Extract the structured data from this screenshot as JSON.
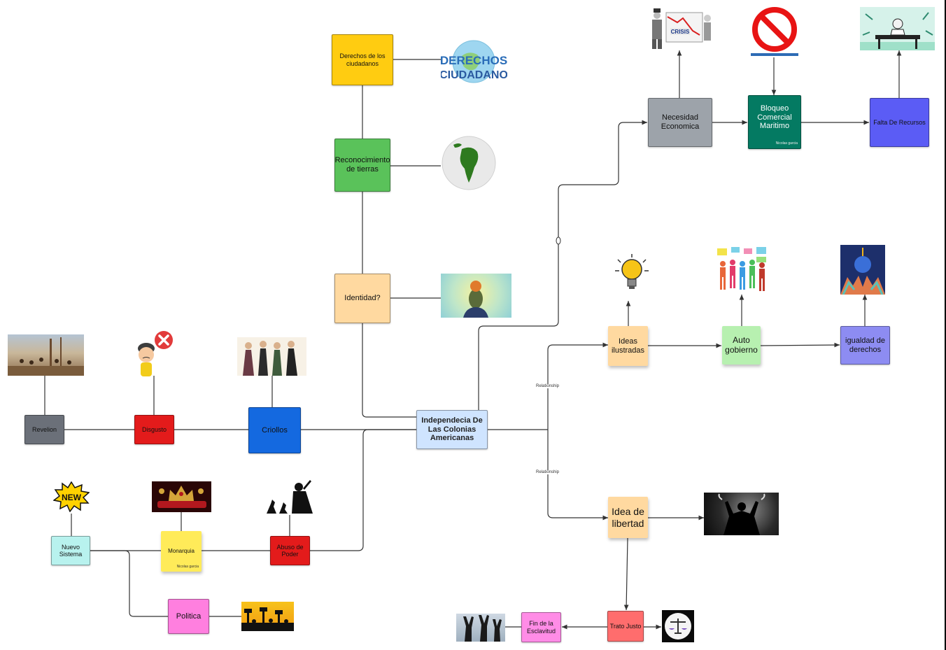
{
  "nodes": {
    "derechos_ciudadanos": "Derechos de los ciudadanos",
    "reconocimiento": "Reconocimiento de tierras",
    "identidad": "Identidad?",
    "independencia": "Independecia De Las Colonias Americanas",
    "revelion": "Revelion",
    "disgusto": "Disgusto",
    "criollos": "Criollos",
    "nuevo_sistema": "Nuevo Sistema",
    "monarquia": "Monarquia",
    "abuso_poder": "Abuso de Poder",
    "politica": "Politica",
    "necesidad": "Necesidad Economica",
    "bloqueo": "Bloqueo Comercial Maritimo",
    "falta_recursos": "Falta De Recursos",
    "ideas_ilustradas": "Ideas ilustradas",
    "auto_gobierno": "Auto gobierno",
    "igualdad": "igualdad de derechos",
    "idea_libertad": "Idea de libertad",
    "trato_justo": "Trato Justo",
    "fin_esclavitud": "Fin de la Esclavitud"
  },
  "notes": {
    "bloqueo_author": "Nicolas garcia",
    "monarquia_author": "Nicolas garcia"
  },
  "edge_labels": {
    "relationship_upper": "Relationship",
    "relationship_lower": "Relationship"
  },
  "image_texts": {
    "derechos_logo_line1": "DERECHOS",
    "derechos_logo_line2": "CIUDADANO",
    "crisis_sign": "CRISIS",
    "new_badge": "NEW"
  },
  "colors": {
    "yellow": "#ffcc11",
    "green": "#5ac25a",
    "peach": "#ffd9a0",
    "light_blue": "#cfe4ff",
    "grey": "#6b7079",
    "red": "#e31b1b",
    "blue": "#1469e0",
    "cyan": "#b8f2ee",
    "sticky_yellow": "#ffeb59",
    "pink": "#ff7fdf",
    "grey2": "#9da3aa",
    "teal": "#047a62",
    "violet": "#5b5cf5",
    "mint": "#b7f0b0",
    "lavender": "#8d8cf2",
    "pink2": "#ff8ce6",
    "salmon": "#ff6d6d"
  }
}
